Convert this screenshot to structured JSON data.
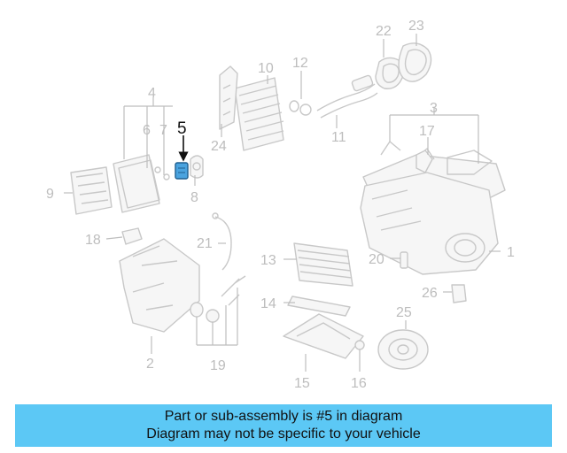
{
  "diagram": {
    "highlight_part": "5",
    "highlight_color": "#4aa3df",
    "callouts": [
      "1",
      "2",
      "3",
      "4",
      "5",
      "6",
      "7",
      "8",
      "9",
      "10",
      "11",
      "12",
      "13",
      "14",
      "15",
      "16",
      "17",
      "18",
      "19",
      "20",
      "21",
      "22",
      "23",
      "24",
      "25",
      "26"
    ]
  },
  "banner": {
    "line1": "Part or sub-assembly is #5 in diagram",
    "line2": "Diagram may not be specific to your vehicle",
    "background": "#5cc8f5"
  }
}
